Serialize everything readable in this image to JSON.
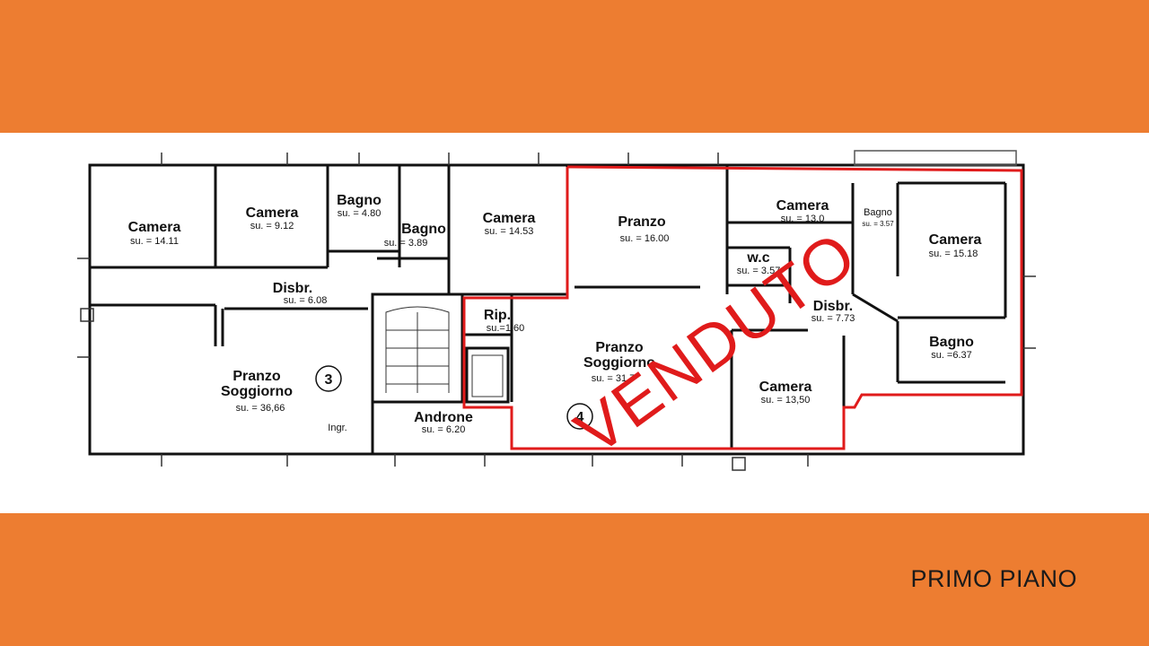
{
  "footer": {
    "floor_label": "PRIMO PIANO"
  },
  "stamp": {
    "text": "VENDUTO"
  },
  "colors": {
    "band": "#ED7D31",
    "sold_outline": "#e01b1b",
    "wall": "#111111"
  },
  "units": [
    {
      "number": "3"
    },
    {
      "number": "4"
    }
  ],
  "rooms": [
    {
      "name": "Camera",
      "area": "su. = 14.11"
    },
    {
      "name": "Camera",
      "area": "su. = 9.12"
    },
    {
      "name": "Bagno",
      "area": "su. = 4.80"
    },
    {
      "name": "Bagno",
      "area": "su. = 3.89"
    },
    {
      "name": "Camera",
      "area": "su. = 14.53"
    },
    {
      "name": "Disbr.",
      "area": "su. = 6.08"
    },
    {
      "name": "Pranzo\nSoggiorno",
      "area": "su. = 36,66"
    },
    {
      "name": "Ingr.",
      "area": ""
    },
    {
      "name": "Androne",
      "area": "su. = 6.20"
    },
    {
      "name": "Rip.",
      "area": "su.=1.60"
    },
    {
      "name": "Pranzo",
      "area": "su. = 16.00"
    },
    {
      "name": "Pranzo\nSoggiorno",
      "area": "su. = 31,7"
    },
    {
      "name": "Camera",
      "area": "su. = 13.0"
    },
    {
      "name": "w.c",
      "area": "su. = 3.57"
    },
    {
      "name": "Bagno",
      "area": "su. = 3.57"
    },
    {
      "name": "Camera",
      "area": "su. = 15.18"
    },
    {
      "name": "Disbr.",
      "area": "su. = 7.73"
    },
    {
      "name": "Bagno",
      "area": "su. =6.37"
    },
    {
      "name": "Camera",
      "area": "su. = 13,50"
    }
  ]
}
